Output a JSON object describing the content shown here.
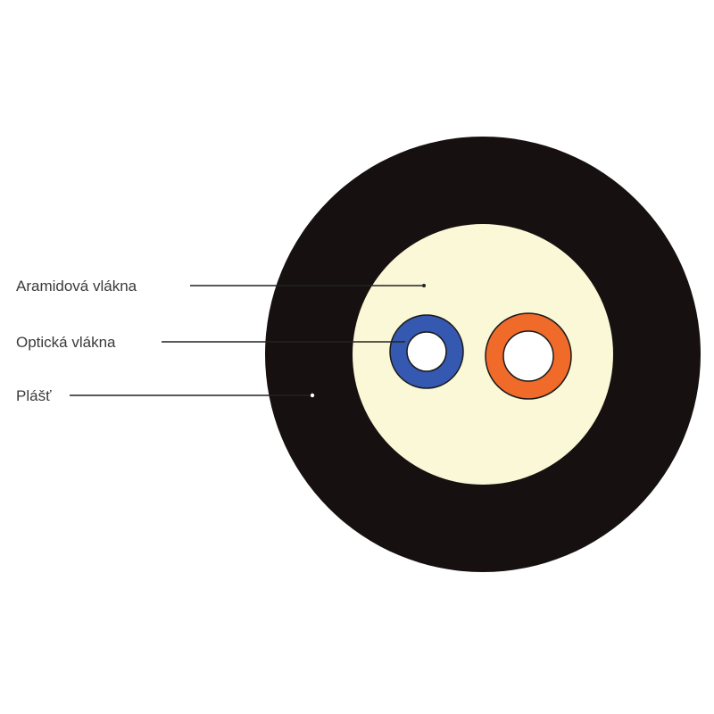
{
  "labels": {
    "aramid": "Aramidová vlákna",
    "optical": "Optická vlákna",
    "jacket": "Plášť"
  },
  "colors": {
    "background": "#ffffff",
    "jacket": "#161010",
    "aramid_fill": "#fbf8d8",
    "fiber_1": "#3558b0",
    "fiber_2": "#f06a2a",
    "fiber_core": "#ffffff",
    "label_text": "#3a3a3a",
    "leader_line": "#222222"
  }
}
